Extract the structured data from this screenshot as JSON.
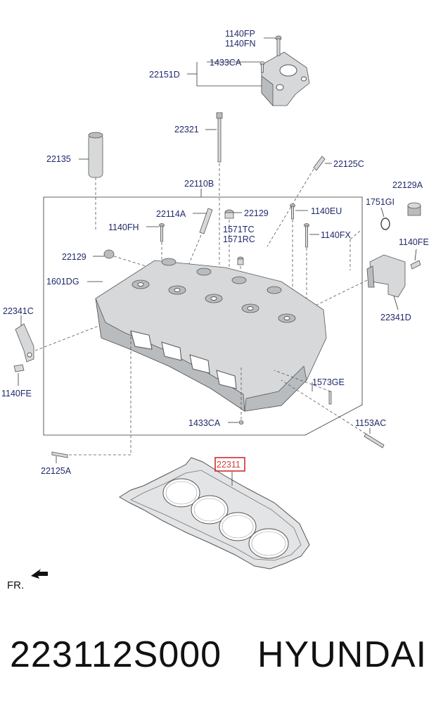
{
  "labels": {
    "l1140FP": "1140FP",
    "l1140FN": "1140FN",
    "l1433CA_top": "1433CA",
    "l22151D": "22151D",
    "l22321": "22321",
    "l22135": "22135",
    "l22125C": "22125C",
    "l22110B": "22110B",
    "l22129A": "22129A",
    "l22114A": "22114A",
    "l22129_top": "22129",
    "l1140EU": "1140EU",
    "l1751GI": "1751GI",
    "l1140FH": "1140FH",
    "l1571TC": "1571TC",
    "l1571RC": "1571RC",
    "l1140FX": "1140FX",
    "l1140FE_right": "1140FE",
    "l22129_left": "22129",
    "l1601DG": "1601DG",
    "l22341C": "22341C",
    "l22341D": "22341D",
    "l1140FE_left": "1140FE",
    "l1573GE": "1573GE",
    "l1433CA_bottom": "1433CA",
    "l1153AC": "1153AC",
    "l22125A": "22125A",
    "l22311": "22311"
  },
  "orientation": {
    "label": "FR.",
    "icon": "front-arrow-icon"
  },
  "highlight_color": "#d22b2b",
  "footer": {
    "part_number": "223112S000",
    "brand": "HYUNDAI"
  }
}
